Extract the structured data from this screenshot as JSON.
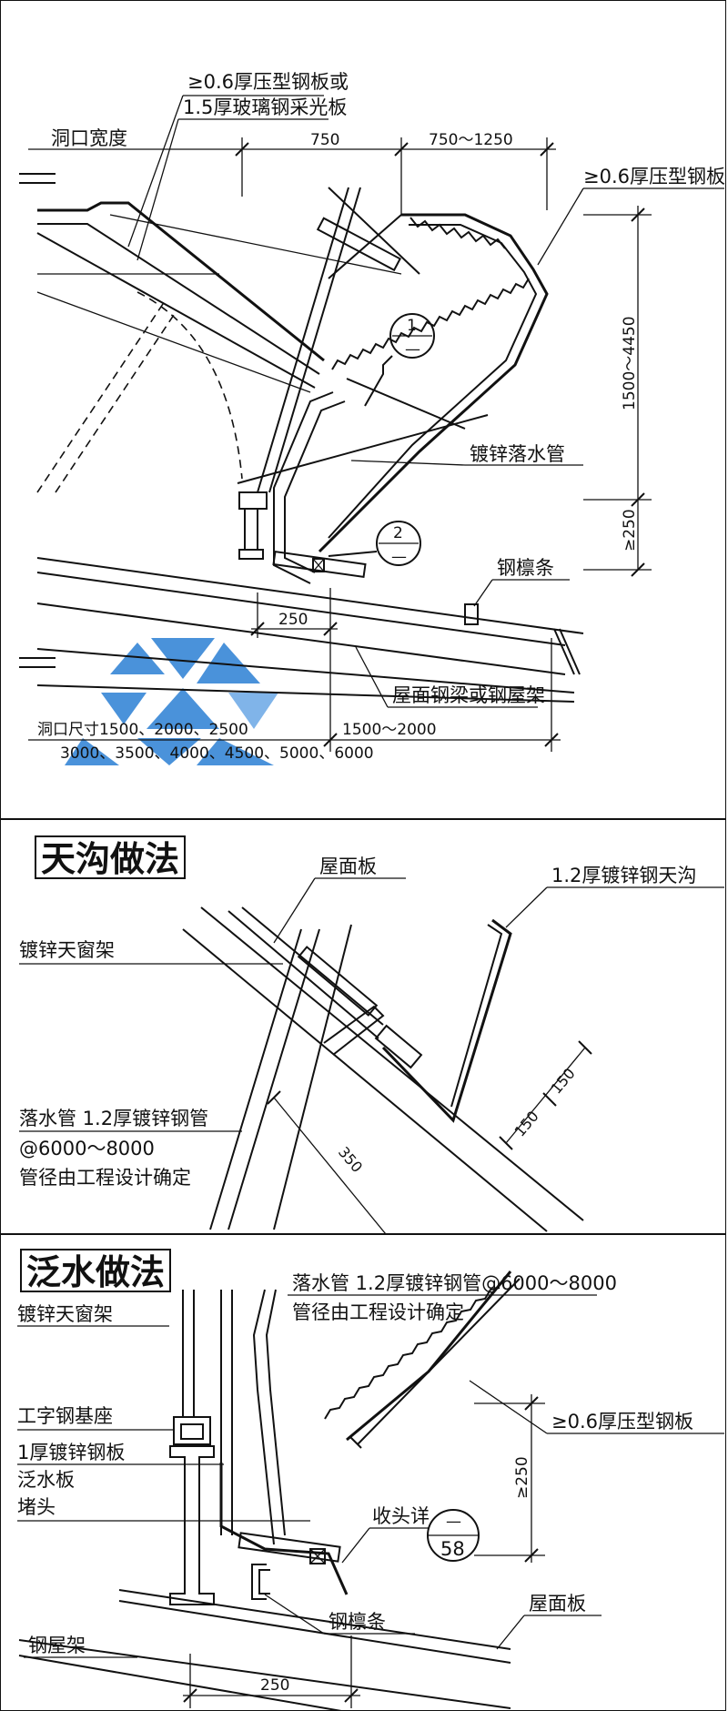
{
  "panel1": {
    "label_roof_sheet_or_skylight_line1": "≥0.6厚压型钢板或",
    "label_roof_sheet_or_skylight_line2": "1.5厚玻璃钢采光板",
    "label_opening_width": "洞口宽度",
    "dim_750": "750",
    "dim_750_1250": "750～1250",
    "label_profiled_steel_sheet": "≥0.6厚压型钢板",
    "dim_1500_4450": "1500～4450",
    "dim_ge250_vertical": "≥250",
    "callout1_number": "1",
    "callout1_sheet": "—",
    "label_galvanized_downpipe": "镀锌落水管",
    "callout2_number": "2",
    "callout2_sheet": "—",
    "label_steel_purlin": "钢檩条",
    "dim_250": "250",
    "label_roof_beam": "屋面钢梁或钢屋架",
    "label_opening_size_line1": "洞口尺寸1500、2000、2500",
    "label_opening_size_line2": "3000、3500、4000、4500、5000、6000",
    "dim_1500_2000": "1500～2000",
    "watermark_color": "#2b7fd4"
  },
  "panel2": {
    "title": "天沟做法",
    "label_roof_panel": "屋面板",
    "label_gutter": "1.2厚镀锌钢天沟",
    "label_skylight_frame": "镀锌天窗架",
    "label_downpipe_line1": "落水管 1.2厚镀锌钢管",
    "label_downpipe_line2": "@6000～8000",
    "label_downpipe_line3": "管径由工程设计确定",
    "dim_150_a": "150",
    "dim_150_b": "150",
    "dim_350": "350"
  },
  "panel3": {
    "title": "泛水做法",
    "label_skylight_frame": "镀锌天窗架",
    "label_downpipe_line1": "落水管 1.2厚镀锌钢管@6000～8000",
    "label_downpipe_line2": "管径由工程设计确定",
    "label_i_beam_base": "工字钢基座",
    "label_flashing_line1": "1厚镀锌钢板",
    "label_flashing_line2": "泛水板",
    "label_profiled_sheet": "≥0.6厚压型钢板",
    "dim_ge250": "≥250",
    "label_end_plug": "堵头",
    "label_finish_detail": "收头详",
    "detail_sheet_top": "—",
    "detail_sheet_number": "58",
    "label_steel_purlin": "钢檩条",
    "label_roof_panel": "屋面板",
    "label_steel_truss": "钢屋架",
    "dim_250": "250"
  }
}
